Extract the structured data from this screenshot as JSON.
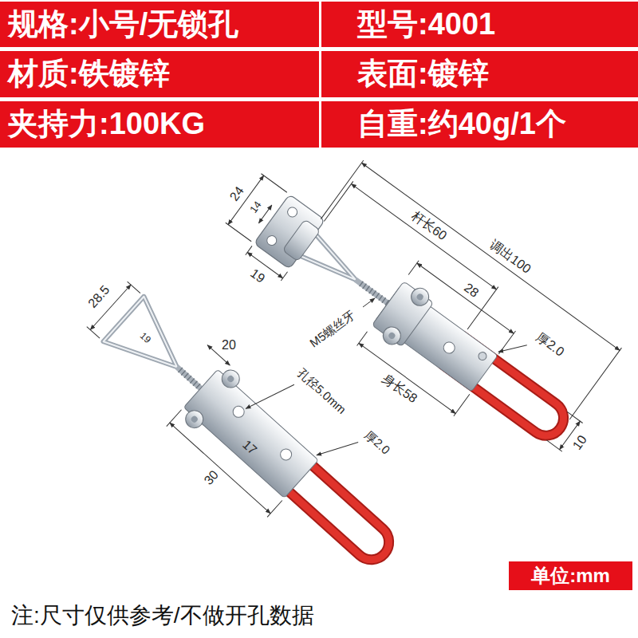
{
  "diagram": {
    "nodes": [
      {
        "text": [
          "规格:小号/无锁孔"
        ]
      },
      {
        "text": [
          "型号:4001"
        ]
      },
      {
        "text": [
          "材质:铁镀锌"
        ]
      },
      {
        "text": [
          "表面:镀锌"
        ]
      },
      {
        "text": [
          "夹持力:100KG"
        ]
      },
      {
        "text": [
          "自重:约40g/1个"
        ]
      },
      {
        "text": [
          "单位:mm"
        ]
      }
    ],
    "labels": [
      "24",
      "14",
      "19",
      "杆长60",
      "调出100",
      "M5螺丝牙",
      "28",
      "厚2.0",
      "身长58",
      "10",
      "28.5",
      "19",
      "20",
      "孔径5.0mm",
      "17",
      "厚2.0",
      "30",
      "注:尺寸仅供参考/不做开孔数据"
    ]
  }
}
